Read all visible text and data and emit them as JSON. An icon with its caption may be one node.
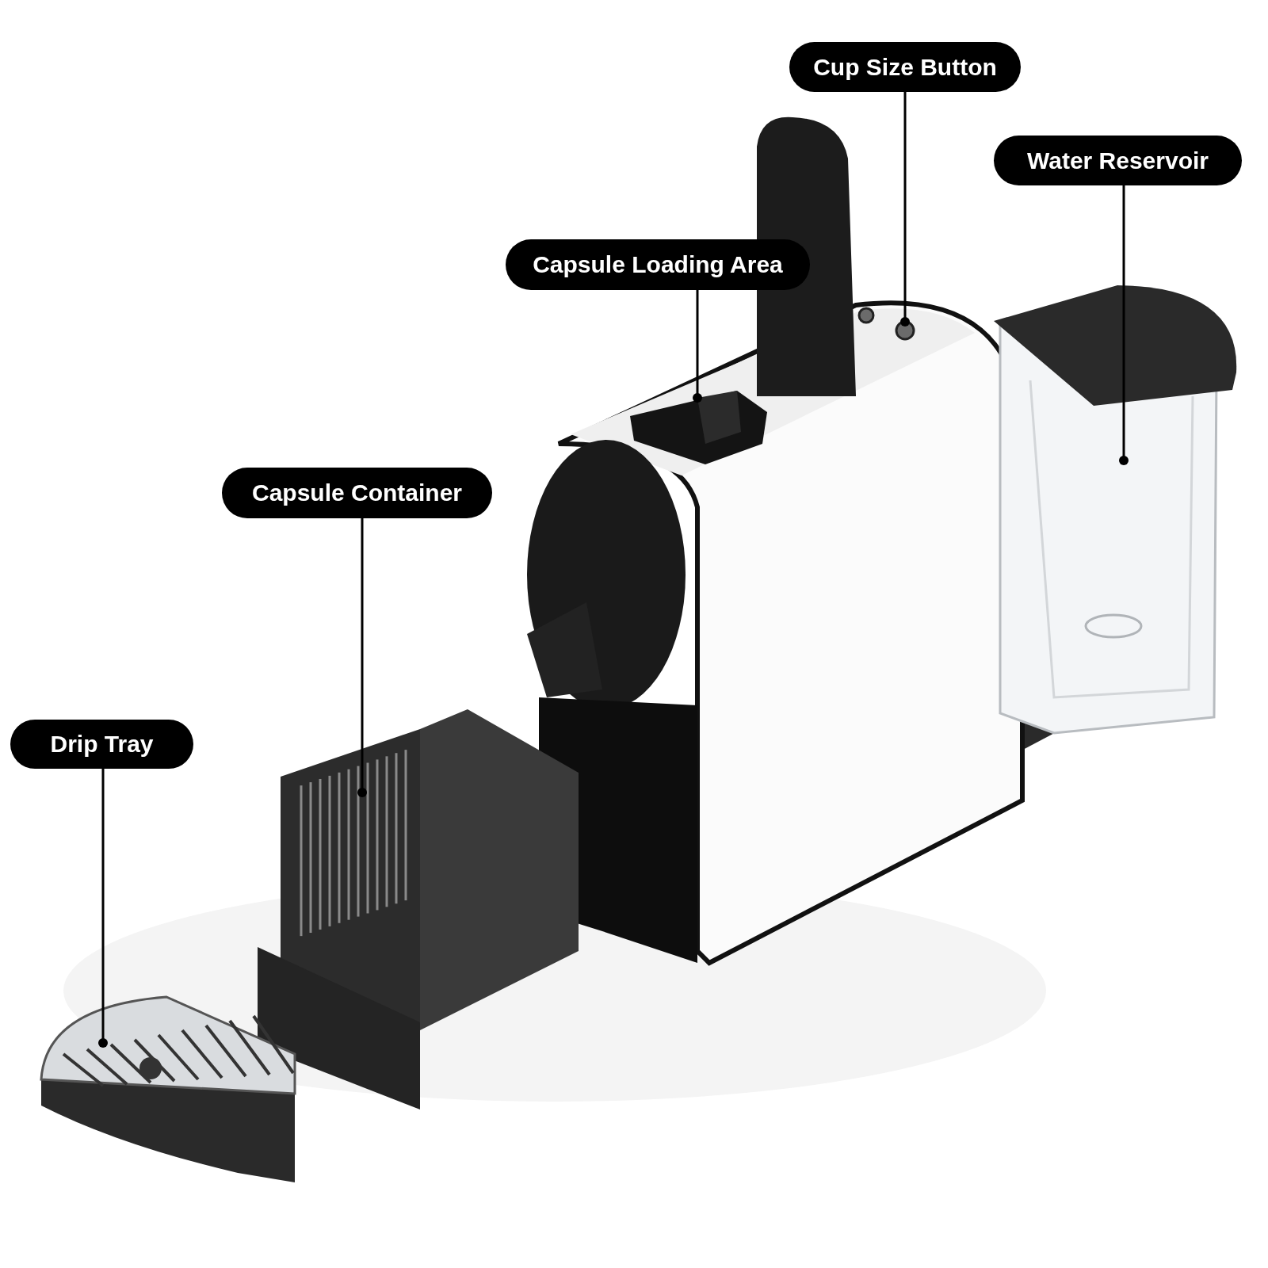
{
  "diagram": {
    "nodes": [
      {
        "text": [
          "Cup Size Button"
        ]
      },
      {
        "text": [
          "Water Reservoir"
        ]
      },
      {
        "text": [
          "Capsule Loading Area"
        ]
      },
      {
        "text": [
          "Capsule Container"
        ]
      },
      {
        "text": [
          "Drip Tray"
        ]
      },
      {
        "text": [],
        "shape": "circle"
      },
      {
        "text": [],
        "shape": "picture"
      },
      {
        "text": [],
        "shape": "picture"
      },
      {
        "text": [],
        "shape": "picture"
      },
      {
        "text": [],
        "shape": "picture"
      }
    ],
    "edges": [
      {
        "from": 0,
        "to": 5,
        "arrow": "other"
      },
      {
        "from": 1,
        "to": 6,
        "arrow": "other"
      },
      {
        "from": 2,
        "to": 7,
        "arrow": "other"
      },
      {
        "from": 3,
        "to": 8,
        "arrow": "other"
      },
      {
        "from": 4,
        "to": 9,
        "arrow": "other"
      }
    ]
  }
}
